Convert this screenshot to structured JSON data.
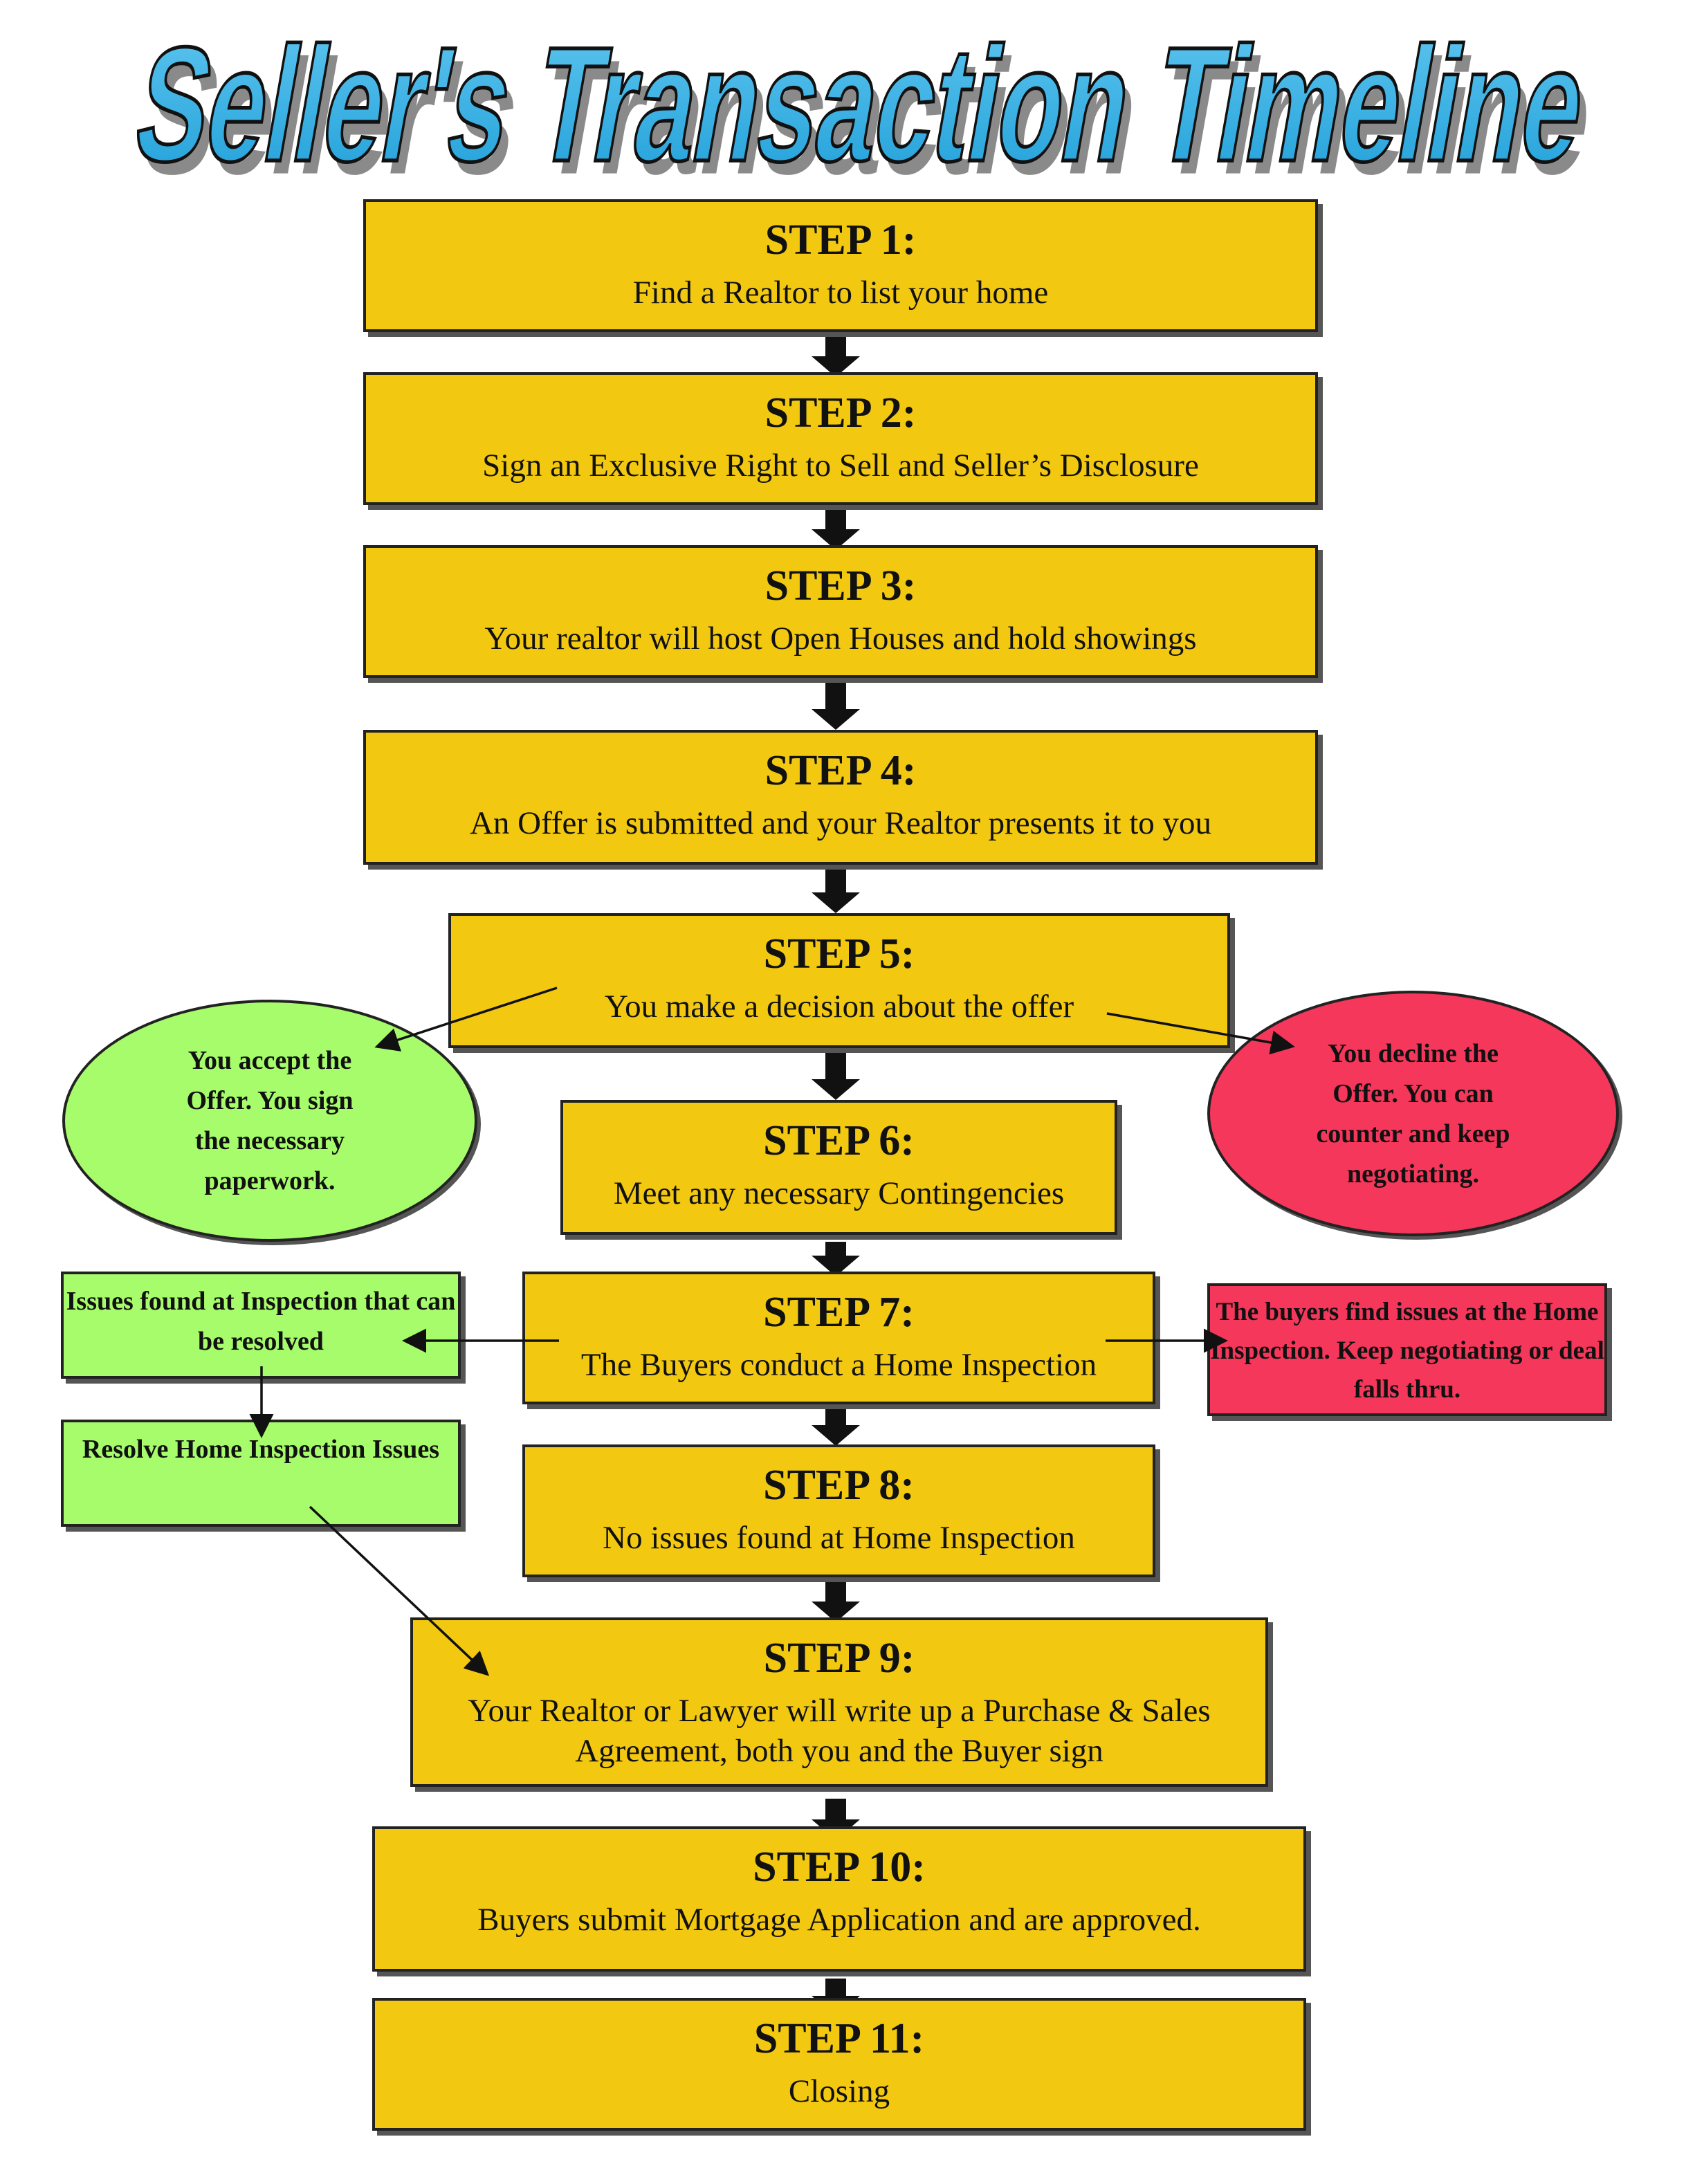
{
  "title": "Seller's Transaction Timeline",
  "colors": {
    "step_fill": "#f2c811",
    "title_fill": "#3bb3e6",
    "accept_fill": "#a6fc6a",
    "decline_fill": "#f4375a"
  },
  "steps": [
    {
      "number": "STEP 1:",
      "text": "Find a Realtor to list your home"
    },
    {
      "number": "STEP 2:",
      "text": "Sign an Exclusive Right to Sell and Seller’s Disclosure"
    },
    {
      "number": "STEP 3:",
      "text": "Your realtor will host Open Houses and hold showings"
    },
    {
      "number": "STEP 4:",
      "text": "An Offer is submitted and your Realtor presents it to you"
    },
    {
      "number": "STEP 5:",
      "text": "You make a decision about the offer"
    },
    {
      "number": "STEP 6:",
      "text": "Meet any necessary Contingencies"
    },
    {
      "number": "STEP 7:",
      "text": "The Buyers conduct a Home Inspection"
    },
    {
      "number": "STEP 8:",
      "text": "No issues found at Home Inspection"
    },
    {
      "number": "STEP 9:",
      "text": "Your Realtor or Lawyer will write up a Purchase & Sales Agreement, both you and the Buyer sign"
    },
    {
      "number": "STEP 10:",
      "text": "Buyers submit Mortgage Application and are approved."
    },
    {
      "number": "STEP 11:",
      "text": "Closing"
    }
  ],
  "branches": {
    "accept": "You accept the Offer. You sign the necessary paperwork.",
    "decline": "You decline the Offer. You can counter and keep negotiating.",
    "issues_found": "Issues found at  Inspection that can be resolved",
    "resolve": "Resolve Home Inspection Issues",
    "deal_falls": "The buyers find issues at the Home Inspection. Keep negotiating or deal falls thru."
  }
}
